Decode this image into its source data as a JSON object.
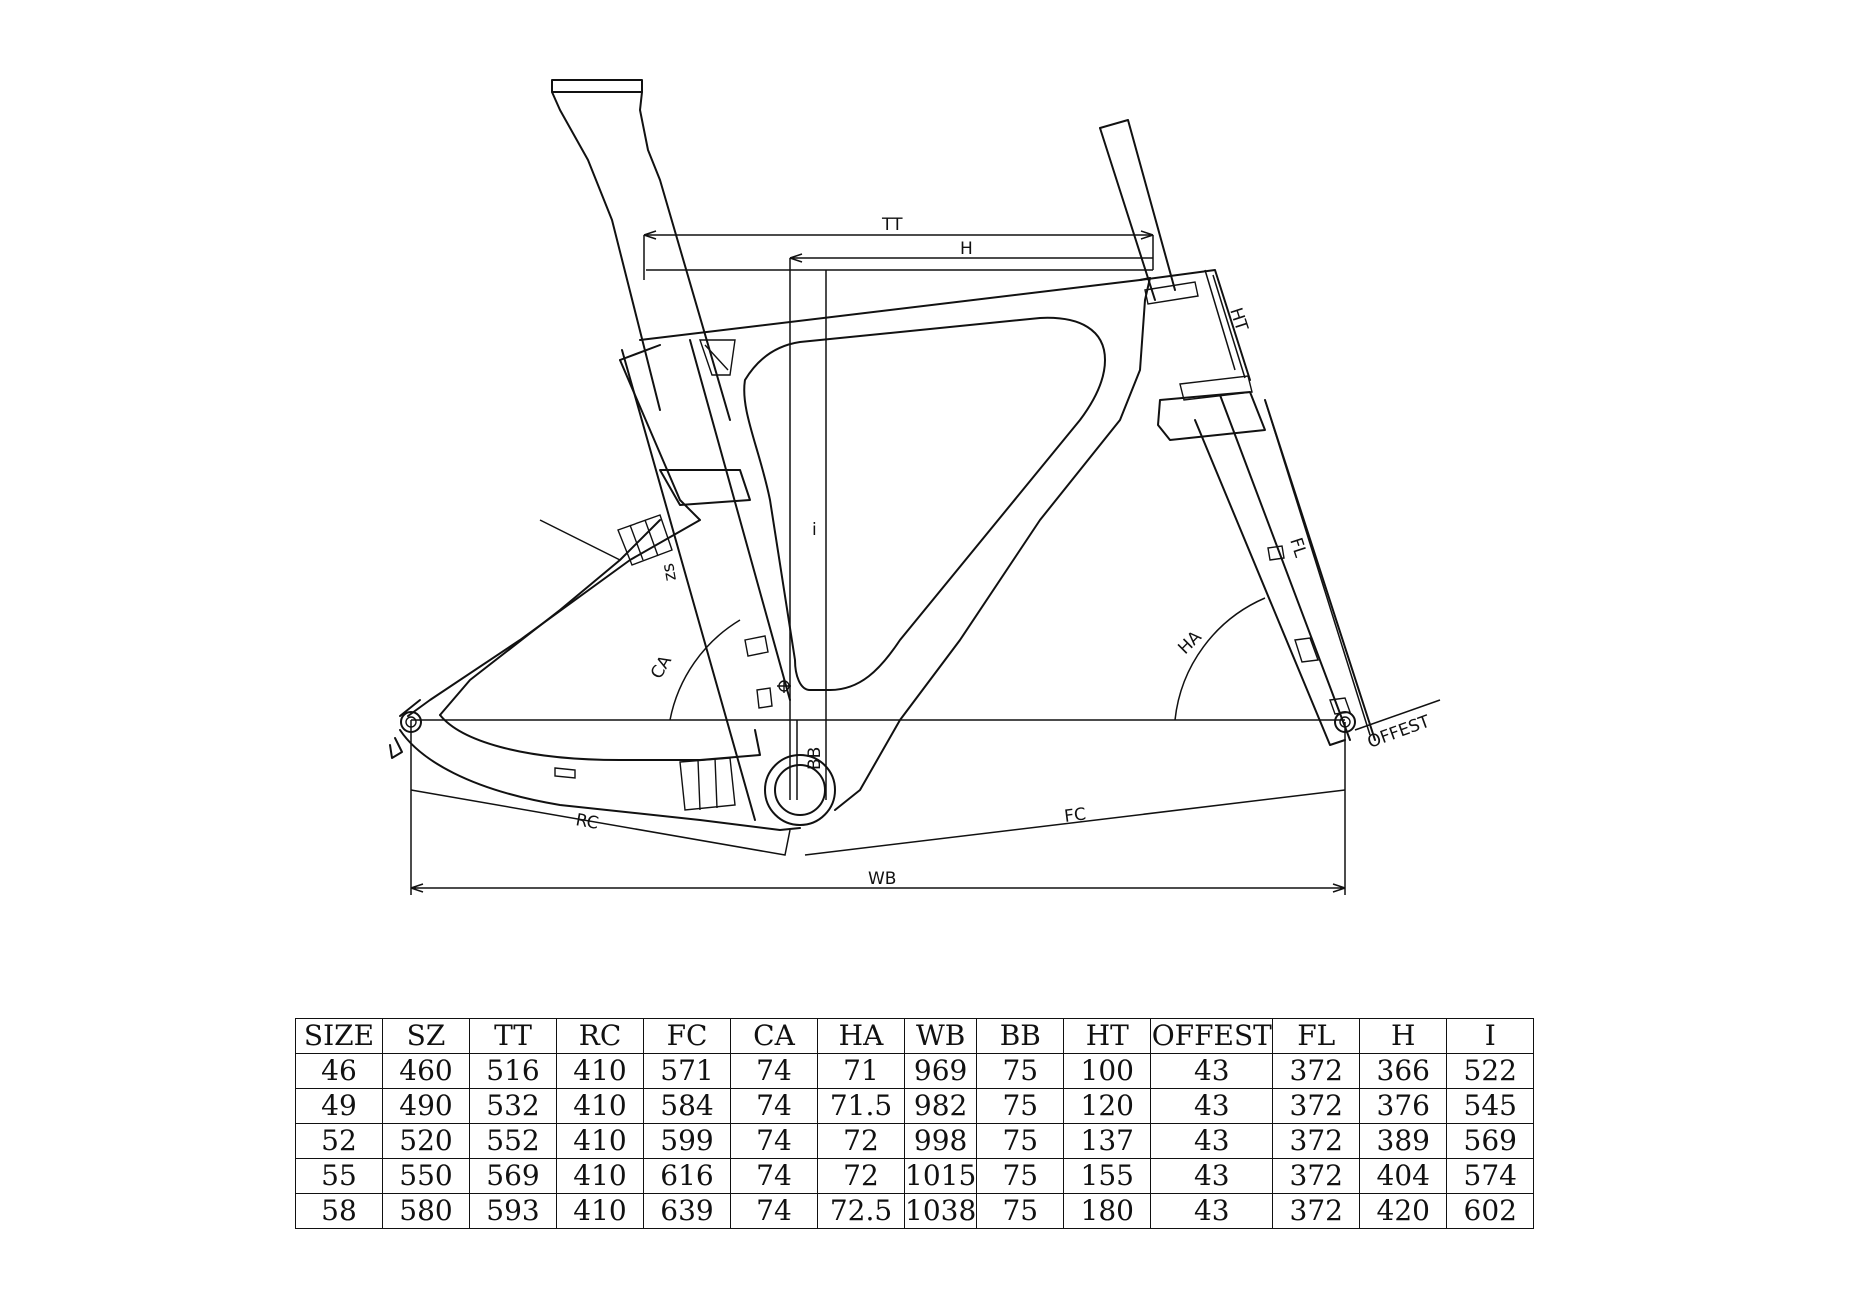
{
  "diagram": {
    "labels": {
      "tt": "TT",
      "h": "H",
      "ht": "HT",
      "fl": "FL",
      "i": "i",
      "zs": "zs",
      "ca": "CA",
      "ha": "HA",
      "bb": "BB",
      "offset": "OFFEST",
      "rc": "RC",
      "fc": "FC",
      "wb": "WB"
    }
  },
  "table": {
    "headers": [
      "SIZE",
      "SZ",
      "TT",
      "RC",
      "FC",
      "CA",
      "HA",
      "WB",
      "BB",
      "HT",
      "OFFEST",
      "FL",
      "H",
      "I"
    ],
    "rows": [
      [
        "46",
        "460",
        "516",
        "410",
        "571",
        "74",
        "71",
        "969",
        "75",
        "100",
        "43",
        "372",
        "366",
        "522"
      ],
      [
        "49",
        "490",
        "532",
        "410",
        "584",
        "74",
        "71.5",
        "982",
        "75",
        "120",
        "43",
        "372",
        "376",
        "545"
      ],
      [
        "52",
        "520",
        "552",
        "410",
        "599",
        "74",
        "72",
        "998",
        "75",
        "137",
        "43",
        "372",
        "389",
        "569"
      ],
      [
        "55",
        "550",
        "569",
        "410",
        "616",
        "74",
        "72",
        "1015",
        "75",
        "155",
        "43",
        "372",
        "404",
        "574"
      ],
      [
        "58",
        "580",
        "593",
        "410",
        "639",
        "74",
        "72.5",
        "1038",
        "75",
        "180",
        "43",
        "372",
        "420",
        "602"
      ]
    ]
  }
}
